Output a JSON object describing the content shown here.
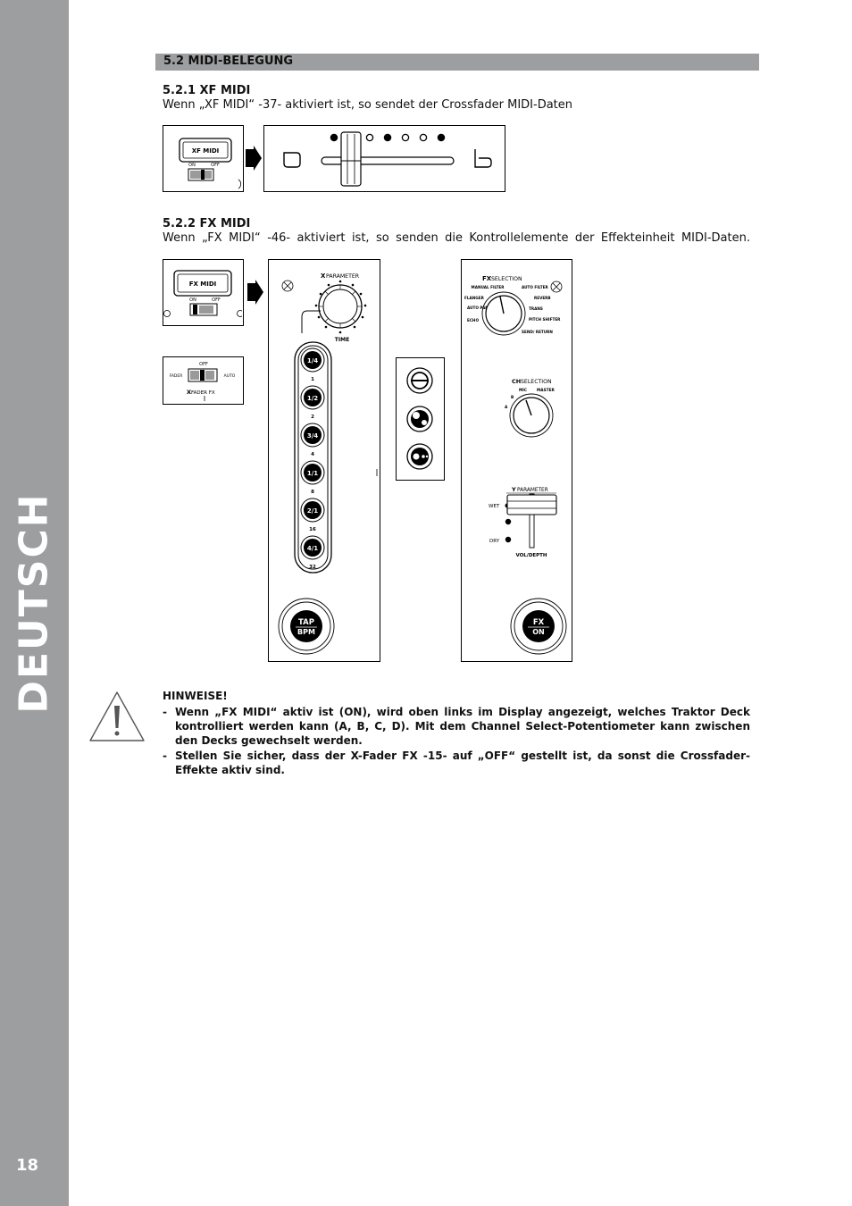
{
  "sidebar": {
    "language": "DEUTSCH",
    "page_number": "18"
  },
  "section": {
    "title": "5.2 MIDI-BELEGUNG"
  },
  "xf_midi": {
    "heading": "5.2.1 XF MIDI",
    "text": "Wenn „XF MIDI“ -37- aktiviert ist, so sendet der Crossfader MIDI-Daten",
    "switch_label": "XF MIDI",
    "on_label": "ON",
    "off_label": "OFF"
  },
  "fx_midi": {
    "heading": "5.2.2 FX MIDI",
    "text": "Wenn „FX MIDI“ -46- aktiviert ist, so senden die Kontrollelemente der Effekteinheit MIDI-Daten.",
    "switch_label": "FX MIDI",
    "on_label": "ON",
    "off_label": "OFF",
    "xfader": {
      "off": "OFF",
      "fader": "FADER",
      "auto": "AUTO",
      "label_x": "X",
      "label": "FADER FX"
    },
    "x_panel": {
      "param_x": "X",
      "param_label": "PARAMETER",
      "time_label": "TIME",
      "beats": [
        {
          "label": "1/4",
          "sub": "1"
        },
        {
          "label": "1/2",
          "sub": "2"
        },
        {
          "label": "3/4",
          "sub": "4"
        },
        {
          "label": "1/1",
          "sub": "8"
        },
        {
          "label": "2/1",
          "sub": "16"
        },
        {
          "label": "4/1",
          "sub": "32"
        }
      ],
      "tap_line1": "TAP",
      "tap_line2": "BPM"
    },
    "y_panel": {
      "fx_selection_prefix": "FX",
      "fx_selection": "SELECTION",
      "fx_options_left": [
        "MANUAL FILTER",
        "FLANGER",
        "AUTO PAN",
        "ECHO"
      ],
      "fx_options_right": [
        "AUTO FILTER",
        "REVERB",
        "TRANS",
        "PITCH SHIFTER",
        "SEND/ RETURN"
      ],
      "ch_selection_prefix": "CH",
      "ch_selection": "SELECTION",
      "ch_options": [
        "MIC",
        "MASTER",
        "B",
        "A"
      ],
      "param_y": "Y",
      "param_label": "PARAMETER",
      "wet": "WET",
      "dry": "DRY",
      "vol_depth": "VOL/DEPTH",
      "fx_on_line1": "FX",
      "fx_on_line2": "ON"
    }
  },
  "notes": {
    "title": "HINWEISE!",
    "items": [
      "Wenn „FX MIDI“ aktiv ist (ON), wird oben links im Display angezeigt, welches Traktor Deck kontrolliert werden kann (A, B, C, D). Mit dem Channel Select-Potentiometer kann zwischen den Decks gewechselt werden.",
      "Stellen Sie sicher, dass der X-Fader FX -15- auf „OFF“ gestellt ist, da sonst die Crossfader-Effekte aktiv sind."
    ]
  },
  "colors": {
    "sidebar": "#9d9e9f",
    "section_bar": "#9d9e9f",
    "text": "#111111"
  }
}
